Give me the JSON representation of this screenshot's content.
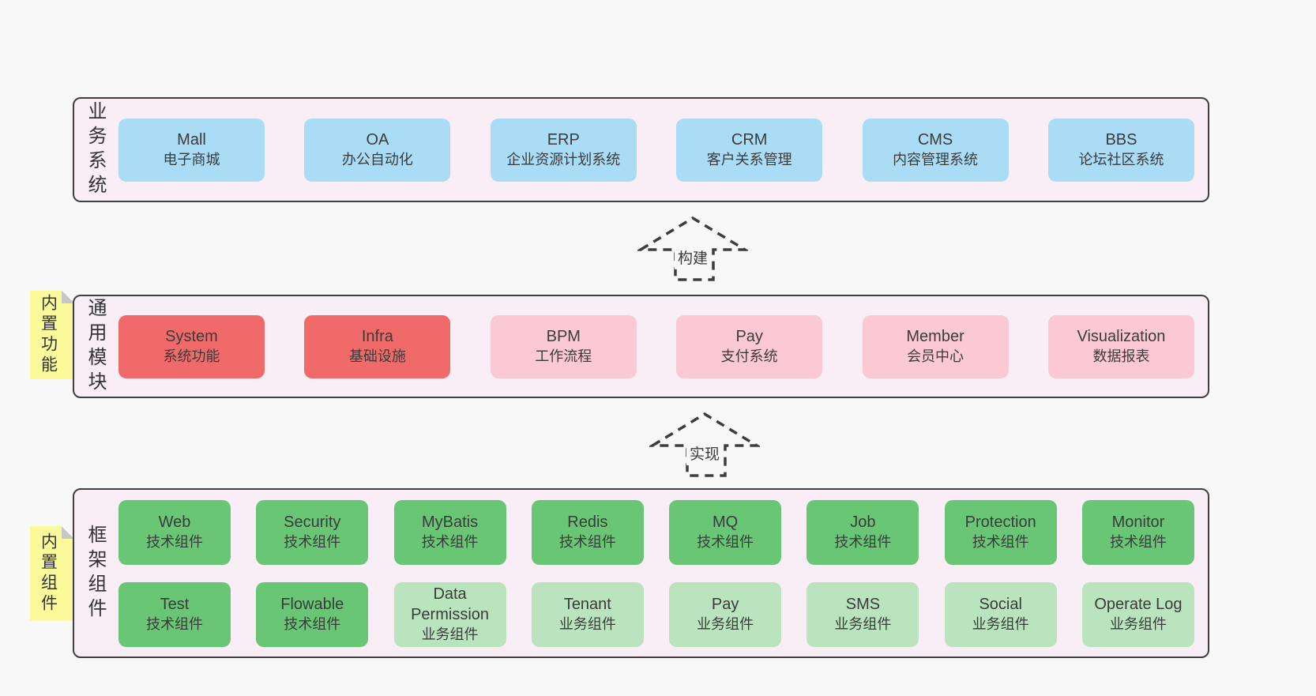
{
  "palette": {
    "page_bg": "#f8f8f8",
    "panel_bg": "#f9eef6",
    "panel_border": "#3f3f3f",
    "blue_box": "#aadcf6",
    "red_box": "#f16a6a",
    "pink_box": "#fbc9d3",
    "green_box": "#68c674",
    "light_green_box": "#b9e4bd",
    "sticky_yellow": "#fafa9b",
    "sticky_fold_gray": "#c7c7c7",
    "arrow_stroke": "#3d3d3d",
    "text": "#3b3b3b"
  },
  "arrows": [
    {
      "label": "构建"
    },
    {
      "label": "实现"
    }
  ],
  "layers": [
    {
      "label": "业务系统",
      "rows": [
        [
          {
            "title": "Mall",
            "subtitle": "电子商城",
            "variant": "blue"
          },
          {
            "title": "OA",
            "subtitle": "办公自动化",
            "variant": "blue"
          },
          {
            "title": "ERP",
            "subtitle": "企业资源计划系统",
            "variant": "blue"
          },
          {
            "title": "CRM",
            "subtitle": "客户关系管理",
            "variant": "blue"
          },
          {
            "title": "CMS",
            "subtitle": "内容管理系统",
            "variant": "blue"
          },
          {
            "title": "BBS",
            "subtitle": "论坛社区系统",
            "variant": "blue"
          }
        ]
      ]
    },
    {
      "label": "通用模块",
      "sticky": "内置功能",
      "rows": [
        [
          {
            "title": "System",
            "subtitle": "系统功能",
            "variant": "red"
          },
          {
            "title": "Infra",
            "subtitle": "基础设施",
            "variant": "red"
          },
          {
            "title": "BPM",
            "subtitle": "工作流程",
            "variant": "pink"
          },
          {
            "title": "Pay",
            "subtitle": "支付系统",
            "variant": "pink"
          },
          {
            "title": "Member",
            "subtitle": "会员中心",
            "variant": "pink"
          },
          {
            "title": "Visualization",
            "subtitle": "数据报表",
            "variant": "pink"
          }
        ]
      ]
    },
    {
      "label": "框架组件",
      "sticky": "内置组件",
      "rows": [
        [
          {
            "title": "Web",
            "subtitle": "技术组件",
            "variant": "green"
          },
          {
            "title": "Security",
            "subtitle": "技术组件",
            "variant": "green"
          },
          {
            "title": "MyBatis",
            "subtitle": "技术组件",
            "variant": "green"
          },
          {
            "title": "Redis",
            "subtitle": "技术组件",
            "variant": "green"
          },
          {
            "title": "MQ",
            "subtitle": "技术组件",
            "variant": "green"
          },
          {
            "title": "Job",
            "subtitle": "技术组件",
            "variant": "green"
          },
          {
            "title": "Protection",
            "subtitle": "技术组件",
            "variant": "green"
          },
          {
            "title": "Monitor",
            "subtitle": "技术组件",
            "variant": "green"
          }
        ],
        [
          {
            "title": "Test",
            "subtitle": "技术组件",
            "variant": "green"
          },
          {
            "title": "Flowable",
            "subtitle": "技术组件",
            "variant": "green"
          },
          {
            "title": "Data Permission",
            "subtitle": "业务组件",
            "variant": "lightgreen"
          },
          {
            "title": "Tenant",
            "subtitle": "业务组件",
            "variant": "lightgreen"
          },
          {
            "title": "Pay",
            "subtitle": "业务组件",
            "variant": "lightgreen"
          },
          {
            "title": "SMS",
            "subtitle": "业务组件",
            "variant": "lightgreen"
          },
          {
            "title": "Social",
            "subtitle": "业务组件",
            "variant": "lightgreen"
          },
          {
            "title": "Operate Log",
            "subtitle": "业务组件",
            "variant": "lightgreen"
          }
        ]
      ]
    }
  ]
}
